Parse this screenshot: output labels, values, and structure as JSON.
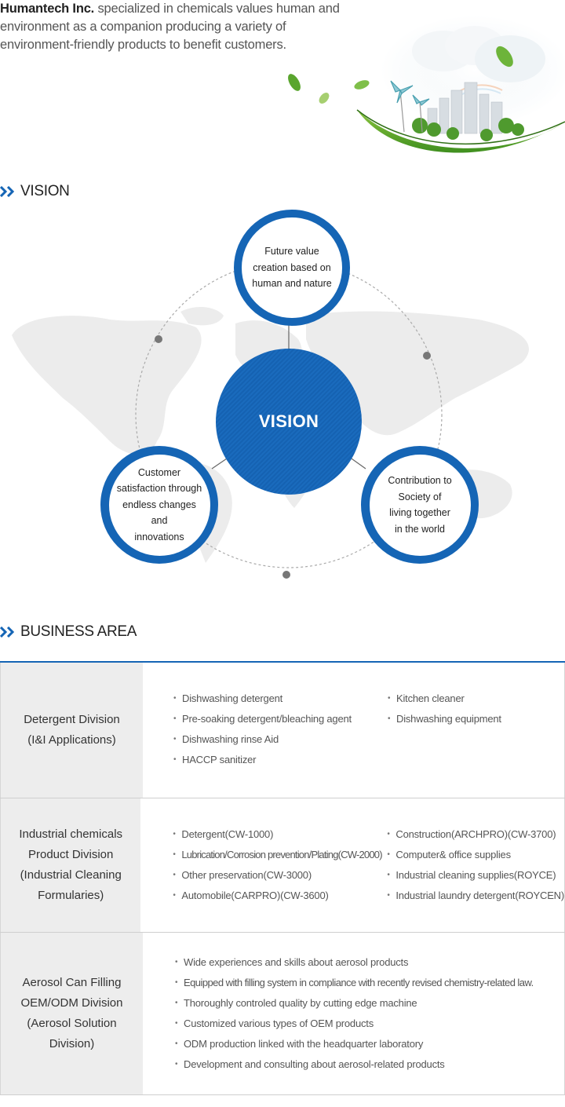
{
  "intro": {
    "brand": "Humantech Inc.",
    "text": " specialized in chemicals values human and environment as a companion producing a variety of environment-friendly products to benefit customers."
  },
  "vision": {
    "title": "VISION",
    "center": "VISION",
    "top": [
      "Future value",
      "creation based on",
      "human and nature"
    ],
    "left": [
      "Customer",
      "satisfaction through",
      "endless changes and",
      "innovations"
    ],
    "right": [
      "Contribution to",
      "Society of",
      "living together",
      "in the world"
    ]
  },
  "business": {
    "title": "BUSINESS AREA",
    "rows": [
      {
        "label": [
          "Detergent Division",
          "(I&I Applications)"
        ],
        "col1": [
          "Dishwashing detergent",
          "Pre-soaking detergent/bleaching agent",
          "Dishwashing rinse Aid",
          "HACCP sanitizer"
        ],
        "col2": [
          "Kitchen cleaner",
          "Dishwashing equipment"
        ]
      },
      {
        "label": [
          "Industrial chemicals",
          "Product Division",
          "(Industrial Cleaning",
          "Formularies)"
        ],
        "col1": [
          "Detergent(CW-1000)",
          "Lubrication/Corrosion prevention/Plating(CW-2000)",
          "Other preservation(CW-3000)",
          "Automobile(CARPRO)(CW-3600)"
        ],
        "col2": [
          "Construction(ARCHPRO)(CW-3700)",
          "Computer& office supplies",
          "Industrial cleaning supplies(ROYCE)",
          "Industrial laundry detergent(ROYCEN)"
        ]
      },
      {
        "label": [
          "Aerosol Can Filling",
          "OEM/ODM Division",
          "(Aerosol Solution",
          "Division)"
        ],
        "col1": [
          "Wide experiences and skills about aerosol products",
          "Equipped with filling system in compliance with recently revised chemistry-related law.",
          "Thoroughly controled quality by cutting edge machine",
          "Customized various types of OEM products",
          "ODM production linked with the headquarter laboratory",
          "Development and consulting about aerosol-related products"
        ]
      }
    ]
  },
  "colors": {
    "accent": "#1565b5",
    "label_bg": "#ededed"
  }
}
